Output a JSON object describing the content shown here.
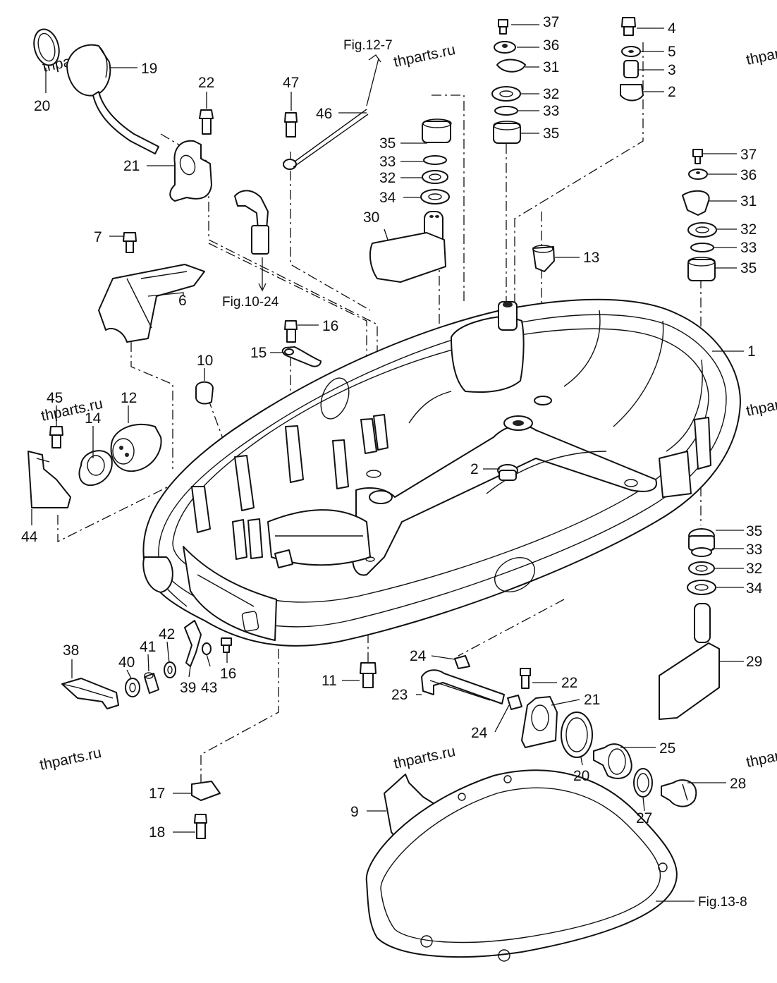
{
  "diagram": {
    "watermark": "thparts.ru",
    "refs": {
      "fig_12_7": "Fig.12-7",
      "fig_10_24": "Fig.10-24",
      "fig_13_8": "Fig.13-8"
    },
    "callouts": {
      "p1": "1",
      "p2a": "2",
      "p2b": "2",
      "p3": "3",
      "p4": "4",
      "p5": "5",
      "p6": "6",
      "p7": "7",
      "p9": "9",
      "p10": "10",
      "p11": "11",
      "p12": "12",
      "p13": "13",
      "p14": "14",
      "p15": "15",
      "p16a": "16",
      "p16b": "16",
      "p17": "17",
      "p18": "18",
      "p19": "19",
      "p20a": "20",
      "p20b": "20",
      "p21a": "21",
      "p21b": "21",
      "p22a": "22",
      "p22b": "22",
      "p23": "23",
      "p24a": "24",
      "p24b": "24",
      "p25": "25",
      "p27": "27",
      "p28": "28",
      "p29": "29",
      "p30": "30",
      "p31a": "31",
      "p31b": "31",
      "p32a": "32",
      "p32b": "32",
      "p32c": "32",
      "p32d": "32",
      "p33a": "33",
      "p33b": "33",
      "p33c": "33",
      "p33d": "33",
      "p34a": "34",
      "p34b": "34",
      "p35a": "35",
      "p35b": "35",
      "p35c": "35",
      "p35d": "35",
      "p36a": "36",
      "p36b": "36",
      "p37a": "37",
      "p37b": "37",
      "p38": "38",
      "p39": "39",
      "p40": "40",
      "p41": "41",
      "p42": "42",
      "p43": "43",
      "p44": "44",
      "p45": "45",
      "p46": "46",
      "p47": "47"
    }
  }
}
